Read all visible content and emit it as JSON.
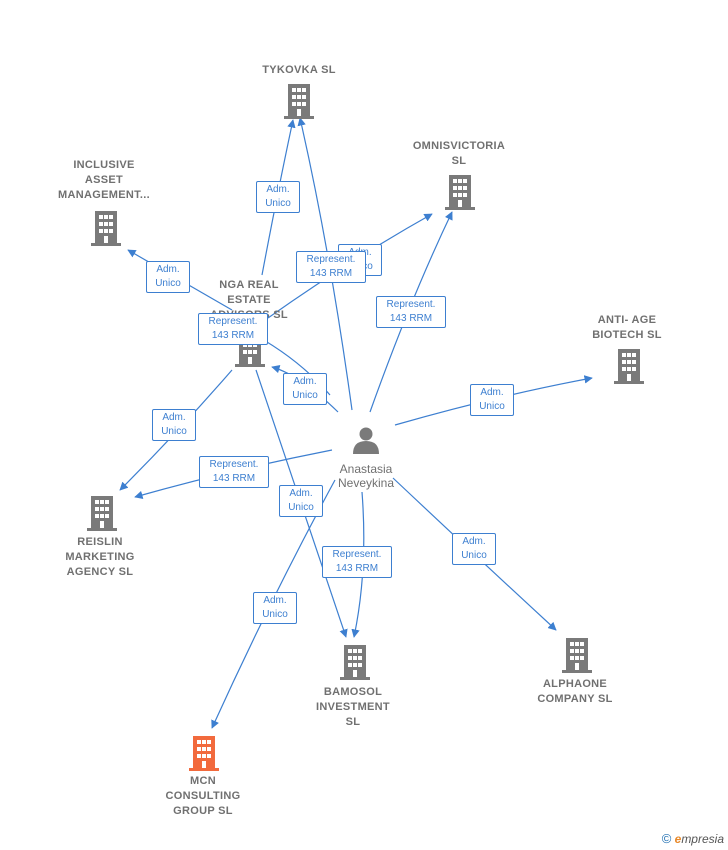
{
  "person": {
    "name": "Anastasia\nNeveykina",
    "icon": "person-icon"
  },
  "companies": {
    "tykovka": "TYKOVKA  SL",
    "omnisvictoria": "OMNISVICTORIA\nSL",
    "inclusive": "INCLUSIVE\nASSET\nMANAGEMENT...",
    "nga": "NGA REAL\nESTATE\nADVISORS  SL",
    "antiage": "ANTI- AGE\nBIOTECH  SL",
    "reislin": "REISLIN\nMARKETING\nAGENCY  SL",
    "bamosol": "BAMOSOL\nINVESTMENT\nSL",
    "alphaone": "ALPHAONE\nCOMPANY  SL",
    "mcn": "MCN\nCONSULTING\nGROUP  SL"
  },
  "edges": {
    "adm": "Adm.\nUnico",
    "rep": "Represent.\n143 RRM"
  },
  "colors": {
    "building": "#7a7a7a",
    "building_highlight": "#f26a3d",
    "edge": "#3d7fd0"
  },
  "footer": {
    "copyright": "©",
    "brand_e": "e",
    "brand_rest": "mpresia"
  }
}
